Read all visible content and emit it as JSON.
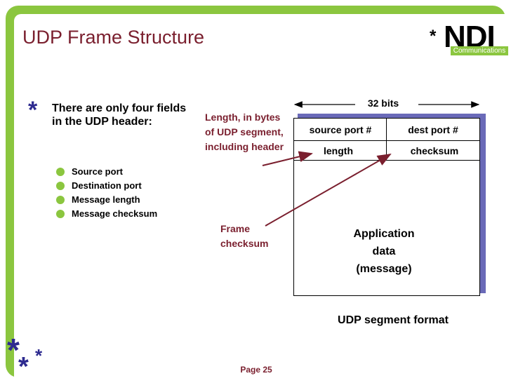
{
  "title": "UDP Frame Structure",
  "logo": {
    "star": "*",
    "letters": "NDI",
    "subtitle": "Communications"
  },
  "bullets": {
    "main_marker": "*",
    "main_text": "There are only four fields in the UDP header:",
    "sub_items": [
      "Source port",
      "Destination port",
      "Message length",
      "Message checksum"
    ]
  },
  "annotations": {
    "length_note": "Length, in bytes of UDP segment, including header",
    "checksum_note": "Frame checksum"
  },
  "diagram": {
    "width_label": "32 bits",
    "row1": {
      "left": "source port #",
      "right": "dest port #"
    },
    "row2": {
      "left": "length",
      "right": "checksum"
    },
    "body": [
      "Application",
      "data",
      "(message)"
    ],
    "caption": "UDP segment format"
  },
  "footer": {
    "page": "Page 25"
  },
  "decor": {
    "corner_star": "*"
  },
  "colors": {
    "green": "#8bc63f",
    "maroon": "#7a1f2e",
    "navy": "#2d2a8f",
    "shadow": "#6a6ab8"
  }
}
